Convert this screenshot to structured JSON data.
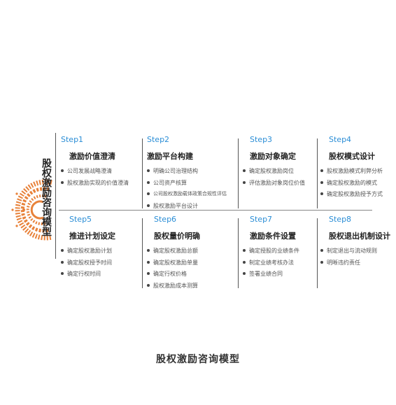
{
  "side_title": "股权激励咨询模型",
  "caption": "股权激励咨询模型",
  "colors": {
    "step_label": "#2b8ed6",
    "ornament": "#e8823a"
  },
  "rows": [
    [
      {
        "step": "Step1",
        "title": "激励价值澄清",
        "items": [
          "公司发展战略澄清",
          "股权激励实现的价值澄清"
        ]
      },
      {
        "step": "Step2",
        "title": "激励平台构建",
        "items": [
          "明确公司治理结构",
          "公司资产核算",
          "公司股权激励载体政策合规性评估",
          "股权激励平台设计"
        ]
      },
      {
        "step": "Step3",
        "title": "激励对象确定",
        "items": [
          "确定股权激励岗位",
          "评估激励对象岗位价值"
        ]
      },
      {
        "step": "Step4",
        "title": "股权模式设计",
        "items": [
          "股权激励模式利弊分析",
          "确定股权激励的模式",
          "确定股权激励授予方式"
        ]
      }
    ],
    [
      {
        "step": "Step5",
        "title": "推进计划设定",
        "items": [
          "确定股权激励计划",
          "确定股权授予时间",
          "确定行权时间"
        ]
      },
      {
        "step": "Step6",
        "title": "股权量价明确",
        "items": [
          "确定股权激励总额",
          "确定股权激励单量",
          "确定行权价格",
          "股权激励成本测算"
        ]
      },
      {
        "step": "Step7",
        "title": "激励条件设置",
        "items": [
          "确定授股的业绩条件",
          "制定业绩考核办法",
          "签署业绩合同"
        ]
      },
      {
        "step": "Step8",
        "title": "股权退出机制设计",
        "items": [
          "制定退出与流动规则",
          "明晰违约责任"
        ]
      }
    ]
  ]
}
